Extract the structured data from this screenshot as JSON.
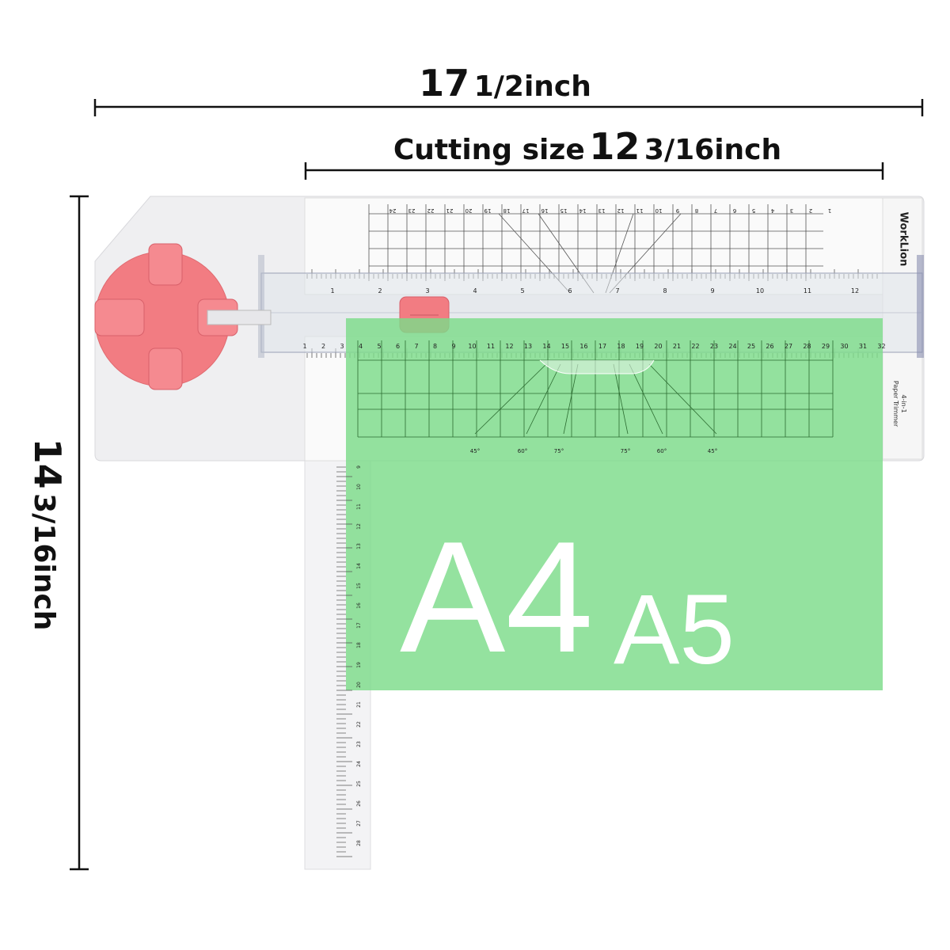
{
  "dimensions": {
    "width": {
      "value": "17",
      "fraction": "1/2inch"
    },
    "cutting": {
      "prefix": "Cutting size",
      "value": "12",
      "fraction": "3/16inch"
    },
    "height": {
      "value": "14",
      "fraction": "3/16inch"
    }
  },
  "product": {
    "brand": "WorkLion",
    "label_line1": "4-in-1",
    "label_line2": "Paper Trimmer"
  },
  "paper_sizes": {
    "large": "A4",
    "small": "A5"
  },
  "rulers": {
    "top_inch": [
      "1",
      "2",
      "3",
      "4",
      "5",
      "6",
      "7",
      "8",
      "9",
      "10",
      "11",
      "12"
    ],
    "top_cm_inverted": [
      "24",
      "23",
      "22",
      "21",
      "20",
      "19",
      "18",
      "17",
      "16",
      "15",
      "14",
      "13",
      "12",
      "11",
      "10",
      "9",
      "8",
      "7",
      "6",
      "5",
      "4",
      "3",
      "2",
      "1"
    ],
    "bottom_cm": [
      "1",
      "2",
      "3",
      "4",
      "5",
      "6",
      "7",
      "8",
      "9",
      "10",
      "11",
      "12",
      "13",
      "14",
      "15",
      "16",
      "17",
      "18",
      "19",
      "20",
      "21",
      "22",
      "23",
      "24",
      "25",
      "26",
      "27",
      "28",
      "29",
      "30",
      "31",
      "32"
    ],
    "angle_labels": [
      "45°",
      "60°",
      "75°",
      "75°",
      "60°",
      "45°"
    ],
    "arm_cm": [
      "9",
      "10",
      "11",
      "12",
      "13",
      "14",
      "15",
      "16",
      "17",
      "18",
      "19",
      "20",
      "21",
      "22",
      "23",
      "24",
      "25",
      "26",
      "27",
      "28"
    ]
  },
  "colors": {
    "pink": "#f27c82",
    "green_overlay": "#7ddc8a",
    "body": "#eeeeee"
  }
}
